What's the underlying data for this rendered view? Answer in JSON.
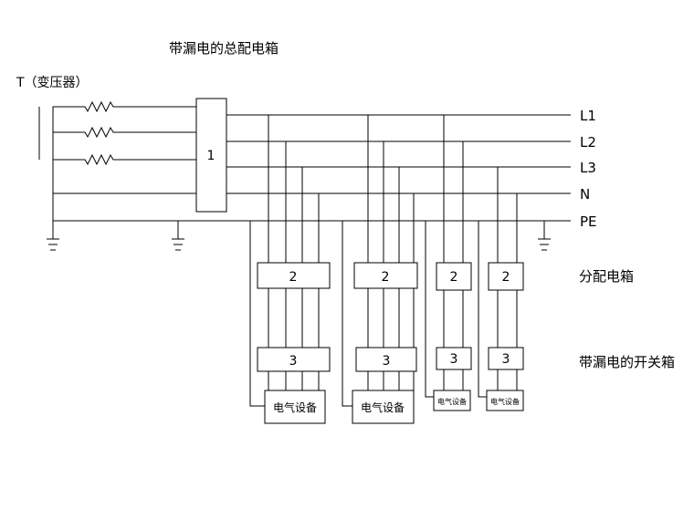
{
  "title": "带漏电的总配电箱",
  "transformer_label": "T（变压器）",
  "main_box_label": "1",
  "lines": [
    "L1",
    "L2",
    "L3",
    "N",
    "PE"
  ],
  "distribution_box_label": "2",
  "switch_box_label": "3",
  "distribution_caption": "分配电箱",
  "switch_caption": "带漏电的开关箱",
  "equipment_label": "电气设备",
  "equipment_small_label": "电气设备"
}
